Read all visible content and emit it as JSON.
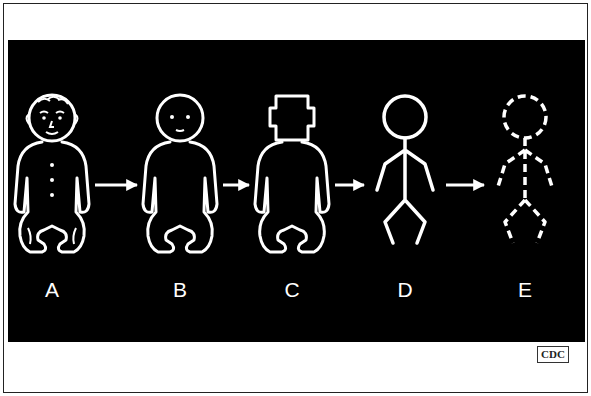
{
  "diagram": {
    "nodes": [
      {
        "text": [
          "A"
        ]
      },
      {
        "text": [
          "B"
        ]
      },
      {
        "text": [
          "C"
        ]
      },
      {
        "text": [
          "D"
        ]
      },
      {
        "text": [
          "E"
        ]
      }
    ],
    "edges": [
      {
        "from": 0,
        "to": 1,
        "arrow": "to"
      },
      {
        "from": 1,
        "to": 2,
        "arrow": "to"
      },
      {
        "from": 2,
        "to": 3,
        "arrow": "to"
      },
      {
        "from": 3,
        "to": 4,
        "arrow": "to"
      }
    ],
    "labels": [
      "CDC"
    ]
  }
}
